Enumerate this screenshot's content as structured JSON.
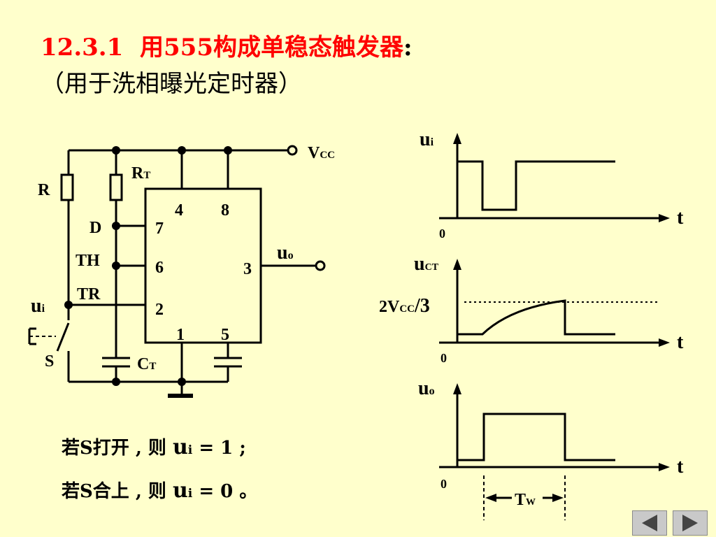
{
  "title": {
    "number": "12.3.1",
    "text": "用555构成单稳态触发器",
    "colon": ":"
  },
  "subtitle": "（用于洗相曝光定时器）",
  "circuit": {
    "vcc_label": "V",
    "vcc_sub": "CC",
    "r_label": "R",
    "rt_label": "R",
    "rt_sub": "T",
    "ct_label": "C",
    "ct_sub": "T",
    "d_label": "D",
    "th_label": "TH",
    "tr_label": "TR",
    "ui_label": "u",
    "ui_sub": "i",
    "uo_label": "u",
    "uo_sub": "o",
    "s_label": "S",
    "pins": {
      "p4": "4",
      "p8": "8",
      "p7": "7",
      "p6": "6",
      "p2": "2",
      "p3": "3",
      "p1": "1",
      "p5": "5"
    }
  },
  "waveforms": {
    "ui": {
      "label": "u",
      "sub": "i",
      "t": "t",
      "zero": "0"
    },
    "uct": {
      "label": "u",
      "sub": "CT",
      "t": "t",
      "zero": "0",
      "threshold": "2V",
      "threshold_sub": "CC",
      "threshold_tail": "/3"
    },
    "uo": {
      "label": "u",
      "sub": "o",
      "t": "t",
      "zero": "0",
      "tw": "T",
      "tw_sub": "W"
    }
  },
  "notes": [
    {
      "prefix": "若S打开 , 则 ",
      "var": "u",
      "sub": "i",
      "suffix": " = 1 ;"
    },
    {
      "prefix": "若S合上 , 则 ",
      "var": "u",
      "sub": "i",
      "suffix": " = 0 。"
    }
  ],
  "nav": {
    "prev": "previous-slide",
    "next": "next-slide"
  }
}
